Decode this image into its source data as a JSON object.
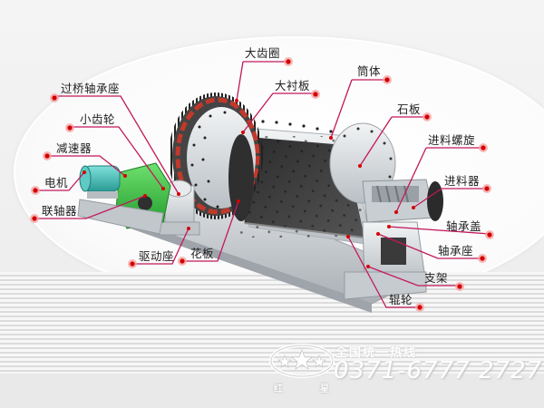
{
  "diagram": {
    "subject": "Ball mill structure diagram",
    "colors": {
      "leader_line": "#c2185b",
      "dot": "#d40000",
      "dot_glow": "#f08080",
      "label_text": "#222222",
      "gear": "#3a3a3a",
      "gear_ring_red": "#c0392b",
      "motor": "#3fb7b0",
      "gearbox": "#3fbf3f",
      "drum_inner": "#3c3c3c",
      "metal": "#d9dde0"
    },
    "labels": {
      "big_gear_ring": "大齿圈",
      "large_liner": "大衬板",
      "cylinder": "筒体",
      "stone_plate": "石板",
      "feed_screw": "进料螺旋",
      "feeder": "进料器",
      "bearing_cover": "轴承盖",
      "bearing_seat": "轴承座",
      "bracket": "支架",
      "roller": "辊轮",
      "bridge_bearing_seat": "过桥轴承座",
      "pinion": "小齿轮",
      "reducer": "减速器",
      "motor": "电机",
      "coupling": "联轴器",
      "drive_seat": "驱动座",
      "pattern_plate": "花板"
    }
  },
  "watermark": {
    "hotline_label": "全国统一热线",
    "phone": "0371-6777 2727",
    "logo_chars": [
      "红",
      "星"
    ]
  }
}
